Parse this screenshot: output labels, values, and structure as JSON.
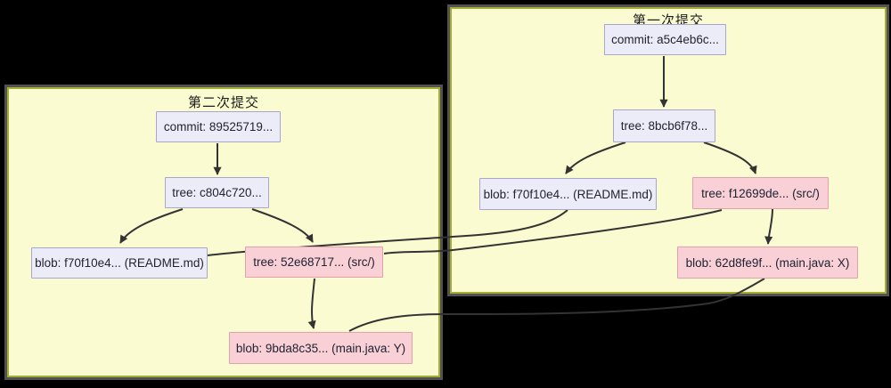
{
  "colors": {
    "background": "#000000",
    "subgraph_fill": "#fbfbd2",
    "subgraph_border": "#a6ad33",
    "node_default_fill": "#ececf8",
    "node_default_border": "#a8a6cf",
    "node_changed_fill": "#f8d0d6",
    "node_changed_border": "#e2a1ad",
    "edge_color": "#333333",
    "text_color": "#222233"
  },
  "first_commit": {
    "title": "第一次提交",
    "nodes": {
      "commit": "commit: a5c4eb6c...",
      "tree_root": "tree: 8bcb6f78...",
      "blob_readme": "blob: f70f10e4... (README.md)",
      "tree_src": "tree: f12699de... (src/)",
      "blob_main": "blob: 62d8fe9f... (main.java: X)"
    }
  },
  "second_commit": {
    "title": "第二次提交",
    "nodes": {
      "commit": "commit: 89525719...",
      "tree_root": "tree: c804c720...",
      "blob_readme": "blob: f70f10e4... (README.md)",
      "tree_src": "tree: 52e68717... (src/)",
      "blob_main": "blob: 9bda8c35... (main.java: Y)"
    }
  }
}
